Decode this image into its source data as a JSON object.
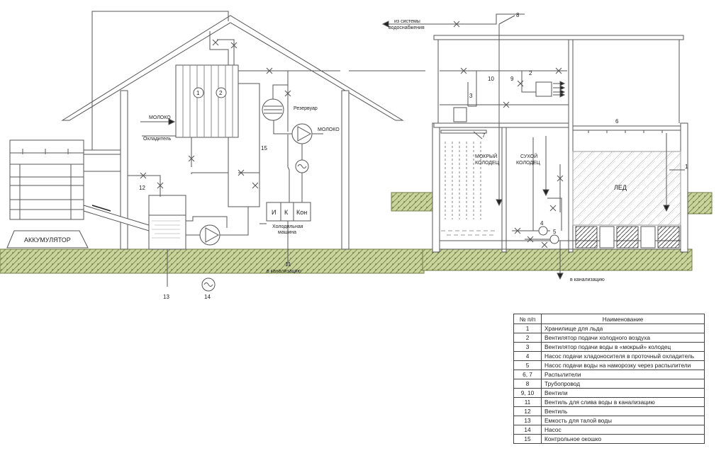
{
  "labels": {
    "accumulator": "АККУМУЛЯТОР",
    "milk_in": "МОЛОКО",
    "cooler": "Охладитель",
    "tank": "Резервуар",
    "milk_out": "МОЛОКО",
    "to_sewer_left": "в канализацию",
    "to_sewer_right": "в канализацию",
    "refrigeration_machine": [
      "Холодильная",
      "машина"
    ],
    "unit_I": "И",
    "unit_K": "К",
    "unit_Kon": "Кон",
    "water_supply": [
      "из системы",
      "водоснабжения"
    ],
    "wet_well": [
      "МОКРЫЙ",
      "КОЛОДЕЦ"
    ],
    "dry_well": [
      "СУХОЙ",
      "КОЛОДЕЦ"
    ],
    "ice": "ЛЕД",
    "section_1": "1",
    "section_2": "2"
  },
  "callouts": [
    "1",
    "2",
    "3",
    "4",
    "5",
    "6",
    "7",
    "8",
    "9",
    "10",
    "11",
    "12",
    "13",
    "14",
    "15"
  ],
  "legend": {
    "header": [
      "№ п/п",
      "Наименование"
    ],
    "rows": [
      {
        "n": "1",
        "name": "Хранилище для льда"
      },
      {
        "n": "2",
        "name": "Вентилятор подачи холодного воздуха"
      },
      {
        "n": "3",
        "name": "Вентилятор подачи воды в «мокрый» колодец"
      },
      {
        "n": "4",
        "name": "Насос подачи хладоносителя в проточный охладитель"
      },
      {
        "n": "5",
        "name": "Насос подачи воды на наморозку через распылители"
      },
      {
        "n": "6, 7",
        "name": "Распылители"
      },
      {
        "n": "8",
        "name": "Трубопровод"
      },
      {
        "n": "9, 10",
        "name": "Вентили"
      },
      {
        "n": "11",
        "name": "Вентиль для слива воды в канализацию"
      },
      {
        "n": "12",
        "name": "Вентиль"
      },
      {
        "n": "13",
        "name": "Емкость для талой воды"
      },
      {
        "n": "14",
        "name": "Насос"
      },
      {
        "n": "15",
        "name": "Контрольное окошко"
      }
    ]
  },
  "colors": {
    "line": "#555555",
    "ground": "#b7c58a",
    "ground_dark": "#6f7d44",
    "water": "#9aa7b5"
  }
}
